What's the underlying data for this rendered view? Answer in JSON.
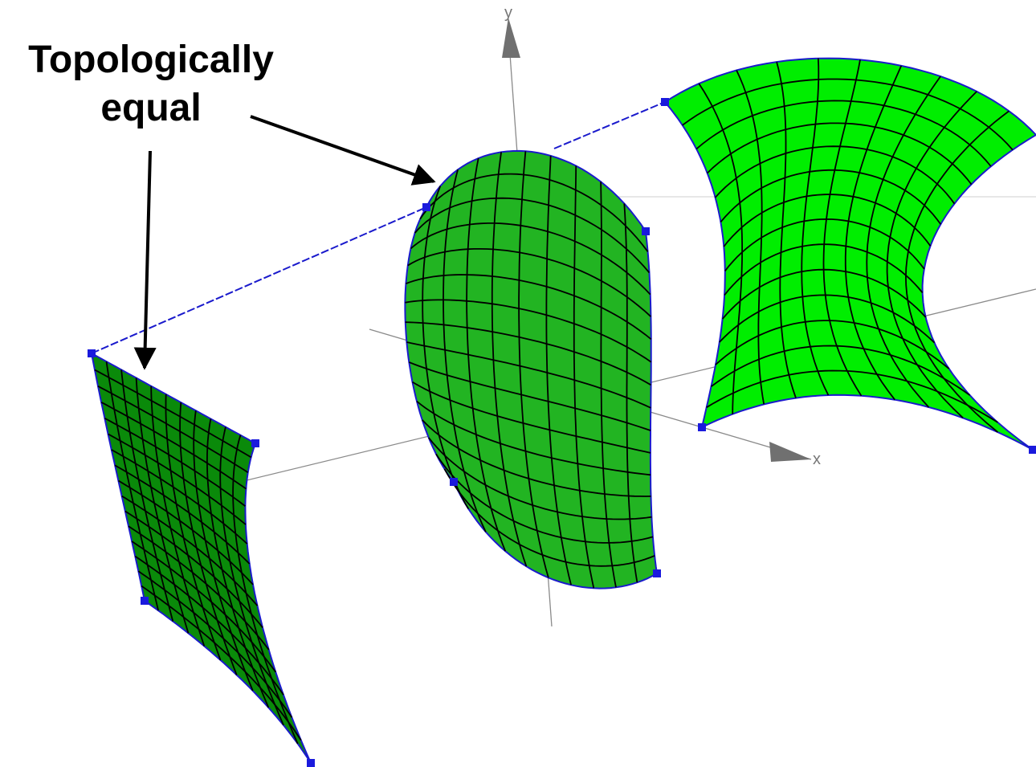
{
  "annotation": {
    "line1": "Topologically",
    "line2": "equal"
  },
  "axes": {
    "x_label": "x",
    "y_label": "y",
    "axis_color": "#8a8a8a",
    "arrow_color": "#707070"
  },
  "colors": {
    "dark_surface": "#0a8a0a",
    "light_surface": "#00ee00",
    "mesh": "#000000",
    "boundary": "#1a1acc",
    "control_point": "#1a1add"
  },
  "surfaces": [
    {
      "name": "planar-patch",
      "shade": "dark",
      "grid": [
        11,
        16
      ]
    },
    {
      "name": "curved-patch",
      "shade": "mid",
      "grid": [
        10,
        16
      ]
    },
    {
      "name": "saddle-patch",
      "shade": "light",
      "grid": [
        10,
        14
      ]
    }
  ]
}
